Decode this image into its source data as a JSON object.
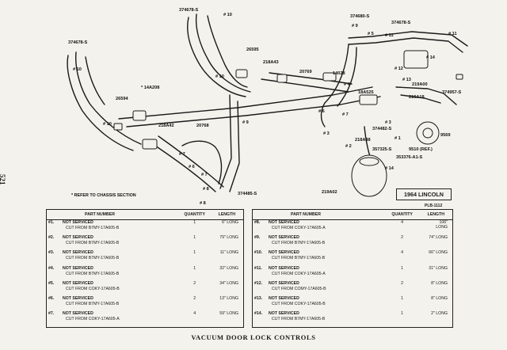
{
  "page_number": "521",
  "title": "VACUUM DOOR LOCK CONTROLS",
  "model_box": "1964 LINCOLN",
  "plate_code": "PLB-1112",
  "refer_note": "* REFER TO CHASSIS SECTION",
  "diagram_labels": [
    "374678-S",
    "# 10",
    "374678-S",
    "# 10",
    "26595",
    "# 10",
    "218A43",
    "20769",
    "* 14A208",
    "26594",
    "# 10",
    "218A42",
    "20768",
    "# 6",
    "# 8",
    "374485-S",
    "# 8",
    "374680-S",
    "# 9",
    "# 5",
    "# 11",
    "374678-S",
    "# 11",
    "# 14",
    "# 12",
    "# 13",
    "219A00",
    "14028",
    "# 4",
    "18A525",
    "219A18",
    "374957-S",
    "# 6",
    "# 7",
    "374482-S",
    "218A48",
    "# 3",
    "# 2",
    "# 3",
    "357325-S",
    "# 1",
    "9569",
    "9510 (REF.)",
    "353376-A1-S",
    "219A02",
    "# 14",
    "# 7",
    "# 9",
    "# 7"
  ],
  "table_headers": {
    "part": "PART NUMBER",
    "qty": "QUANTITY",
    "len": "LENGTH"
  },
  "left_parts": [
    {
      "num": "#1.",
      "l1": "NOT SERVICED",
      "l2": "CUT FROM B7MY-17A605-B",
      "qty": "1",
      "len": "6\" LONG"
    },
    {
      "num": "#2.",
      "l1": "NOT SERVICED",
      "l2": "CUT FROM B7MY-17A605-B",
      "qty": "1",
      "len": "79\" LONG"
    },
    {
      "num": "#3.",
      "l1": "NOT SERVICED",
      "l2": "CUT FROM B7MY-17A605-B",
      "qty": "1",
      "len": "11\" LONG"
    },
    {
      "num": "#4.",
      "l1": "NOT SERVICED",
      "l2": "CUT FROM B7MY-17A605-B",
      "qty": "1",
      "len": "32\" LONG"
    },
    {
      "num": "#5.",
      "l1": "NOT SERVICED",
      "l2": "CUT FROM COKY-17A605-B",
      "qty": "2",
      "len": "34\" LONG"
    },
    {
      "num": "#6.",
      "l1": "NOT SERVICED",
      "l2": "CUT FROM B7MY-17A605-B",
      "qty": "2",
      "len": "13\" LONG"
    },
    {
      "num": "#7.",
      "l1": "NOT SERVICED",
      "l2": "CUT FROM COKY-17A605-A",
      "qty": "4",
      "len": "59\" LONG"
    }
  ],
  "right_parts": [
    {
      "num": "#8.",
      "l1": "NOT SERVICED",
      "l2": "CUT FROM COKY-17A605-A",
      "qty": "4",
      "len": "106\" LONG"
    },
    {
      "num": "#9.",
      "l1": "NOT SERVICED",
      "l2": "CUT FROM B7MY-17A605-B",
      "qty": "2",
      "len": "74\" LONG"
    },
    {
      "num": "#10.",
      "l1": "NOT SERVICED",
      "l2": "CUT FROM B7MY-17A605-B",
      "qty": "4",
      "len": "66\" LONG"
    },
    {
      "num": "#11.",
      "l1": "NOT SERVICED",
      "l2": "CUT FROM COKY-17A605-A",
      "qty": "1",
      "len": "31\" LONG"
    },
    {
      "num": "#12.",
      "l1": "NOT SERVICED",
      "l2": "CUT FROM COMY-17A605-B",
      "qty": "2",
      "len": "8\" LONG"
    },
    {
      "num": "#13.",
      "l1": "NOT SERVICED",
      "l2": "CUT FROM COKY-17A605-B",
      "qty": "1",
      "len": "8\" LONG"
    },
    {
      "num": "#14.",
      "l1": "NOT SERVICED",
      "l2": "CUT FROM B7MY-17A605-B",
      "qty": "1",
      "len": "2\" LONG"
    }
  ]
}
